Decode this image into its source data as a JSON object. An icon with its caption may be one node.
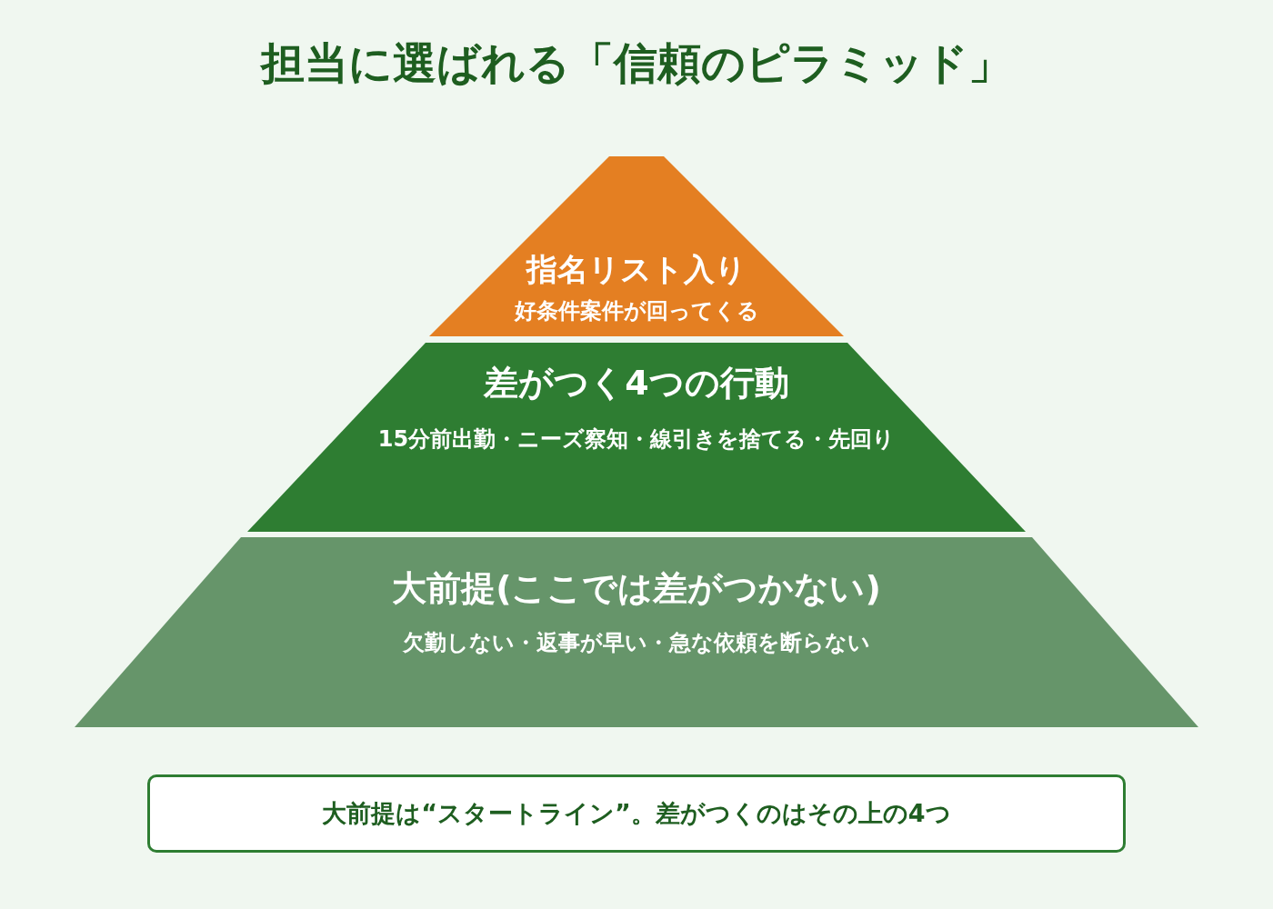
{
  "diagram": {
    "title": "担当に選ばれる「信頼のピラミッド」",
    "nodes": [
      {
        "text": [
          "指名リスト入り",
          "好条件案件が回ってくる"
        ]
      },
      {
        "text": [
          "差がつく4つの行動",
          "15分前出勤・ニーズ察知・線引きを捨てる・先回り"
        ]
      },
      {
        "text": [
          "大前提(ここでは差がつかない)",
          "欠勤しない・返事が早い・急な依頼を断らない"
        ]
      },
      {
        "text": [
          "大前提は“スタートライン”。差がつくのはその上の4つ"
        ]
      }
    ]
  }
}
